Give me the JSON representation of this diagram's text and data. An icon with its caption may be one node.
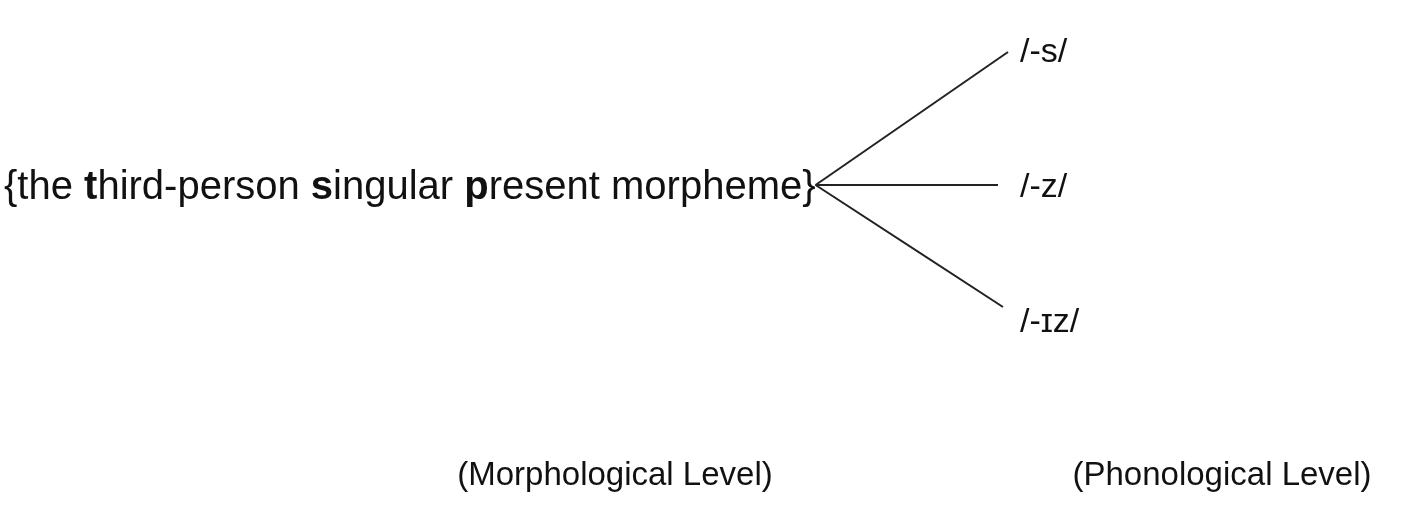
{
  "diagram": {
    "nodes": [
      {
        "text": [
          "{the **t**hird-person **s**ingular **p**resent morpheme}"
        ]
      },
      {
        "text": [
          "/-s/"
        ]
      },
      {
        "text": [
          "/-z/"
        ]
      },
      {
        "text": [
          "/-ɪz/"
        ]
      }
    ],
    "edges": [
      {
        "from": 0,
        "to": 1,
        "arrow": "none"
      },
      {
        "from": 0,
        "to": 2,
        "arrow": "none"
      },
      {
        "from": 0,
        "to": 3,
        "arrow": "none"
      }
    ],
    "labels": [
      "(Morphological Level)",
      "(Phonological Level)"
    ]
  }
}
